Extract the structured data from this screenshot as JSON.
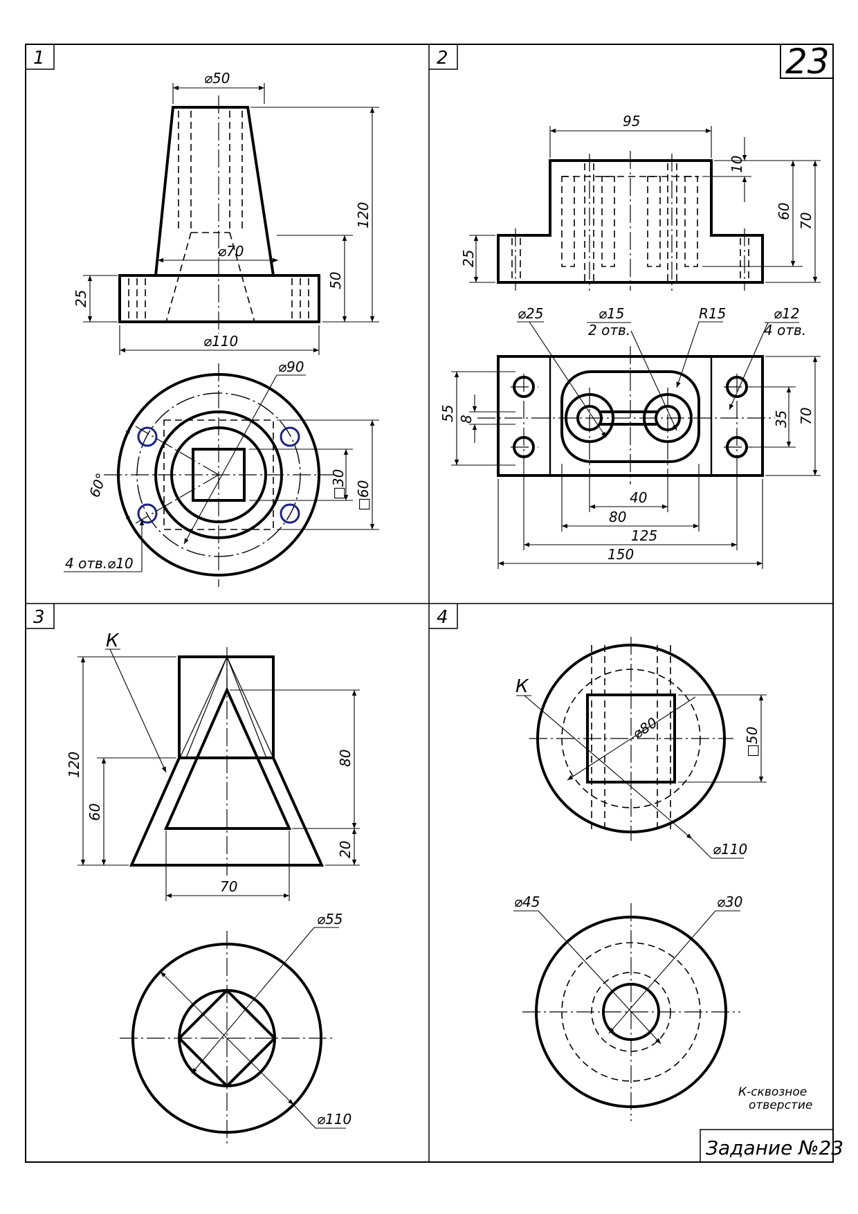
{
  "sheet": {
    "task_number": "23",
    "stamp": "Задание №23",
    "note_line1": "К-сквозное",
    "note_line2": "отверстие"
  },
  "panels": [
    {
      "number": "1",
      "dims": {
        "d50": "⌀50",
        "d70": "⌀70",
        "d110": "⌀110",
        "d90": "⌀90",
        "h120": "120",
        "h50": "50",
        "h25": "25",
        "sq30": "□30",
        "sq60": "□60",
        "ang60": "60°",
        "holes": "4 отв.⌀10"
      }
    },
    {
      "number": "2",
      "dims": {
        "w95": "95",
        "h10": "10",
        "h60": "60",
        "h70": "70",
        "h25": "25",
        "d25": "⌀25",
        "d15": "⌀15",
        "d15n": "2 отв.",
        "r15": "R15",
        "d12": "⌀12",
        "d12n": "4 отв.",
        "h55": "55",
        "h8": "8",
        "h35": "35",
        "h70b": "70",
        "w40": "40",
        "w80": "80",
        "w125": "125",
        "w150": "150"
      }
    },
    {
      "number": "3",
      "dims": {
        "k": "К",
        "h120": "120",
        "h60": "60",
        "h80": "80",
        "h20": "20",
        "w70": "70",
        "d55": "⌀55",
        "d110": "⌀110"
      }
    },
    {
      "number": "4",
      "dims": {
        "k": "К",
        "d80": "⌀80",
        "sq50": "□50",
        "d110": "⌀110",
        "d45": "⌀45",
        "d30": "⌀30"
      }
    }
  ]
}
